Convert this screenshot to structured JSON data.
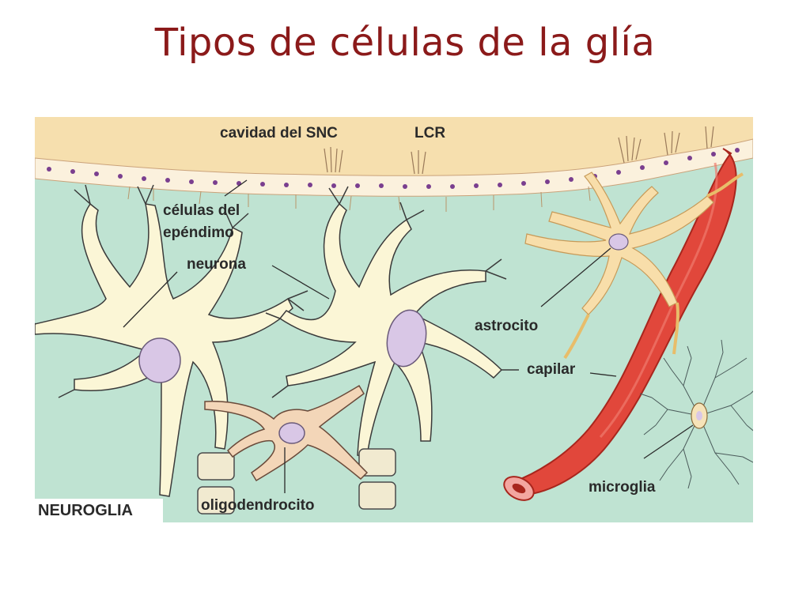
{
  "title": "Tipos de células de la glía",
  "figure": {
    "tag": "NEUROGLIA",
    "labels": {
      "cavity": "cavidad del SNC",
      "csf": "LCR",
      "ependyma_line1": "células del",
      "ependyma_line2": "epéndimo",
      "neuron": "neurona",
      "astrocyte": "astrocito",
      "capillary": "capilar",
      "microglia": "microglia",
      "oligodendrocyte": "oligodendrocito"
    },
    "colors": {
      "title": "#8b1a1a",
      "tissue_background": "#bfe3d2",
      "csf_band": "#f6dfae",
      "cell_body": "#fbf6d6",
      "nucleus": "#d9c7e6",
      "astrocyte": "#f8deaa",
      "capillary": "#e1473b",
      "myelin": "#f1ead0"
    }
  }
}
